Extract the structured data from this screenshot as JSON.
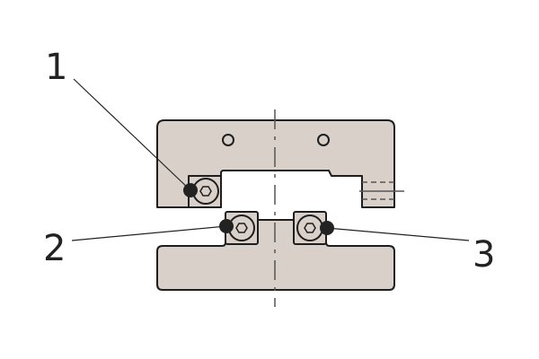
{
  "labels": {
    "one": "1",
    "two": "2",
    "three": "3"
  },
  "colors": {
    "fill": "#d9d1c9",
    "stroke": "#1e1e1e",
    "bullet": "#222222"
  }
}
